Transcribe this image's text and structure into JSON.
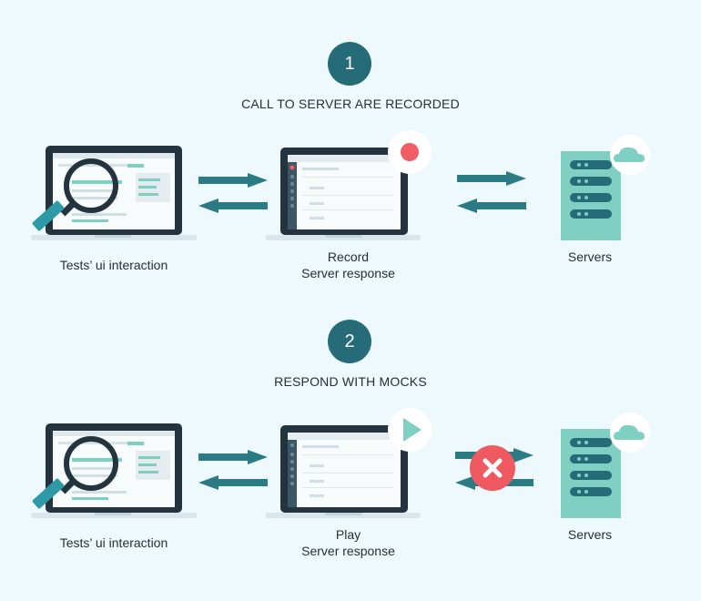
{
  "colors": {
    "background": "#eef9fd",
    "dark_teal": "#256b78",
    "arrow": "#2b7b84",
    "light_teal": "#7fcfc3",
    "record_red": "#f25c66",
    "error_red": "#ef5a60",
    "navy": "#24343f"
  },
  "step1": {
    "number": "1",
    "title": "CALL TO SERVER ARE RECORDED",
    "client_caption": "Tests’ ui interaction",
    "middle_caption_line1": "Record",
    "middle_caption_line2": "Server response",
    "server_caption": "Servers",
    "middle_icon": "record-icon"
  },
  "step2": {
    "number": "2",
    "title": "RESPOND WITH MOCKS",
    "client_caption": "Tests’ ui interaction",
    "middle_caption_line1": "Play",
    "middle_caption_line2": "Server response",
    "server_caption": "Servers",
    "middle_icon": "play-icon",
    "blocked_icon": "close-icon"
  }
}
